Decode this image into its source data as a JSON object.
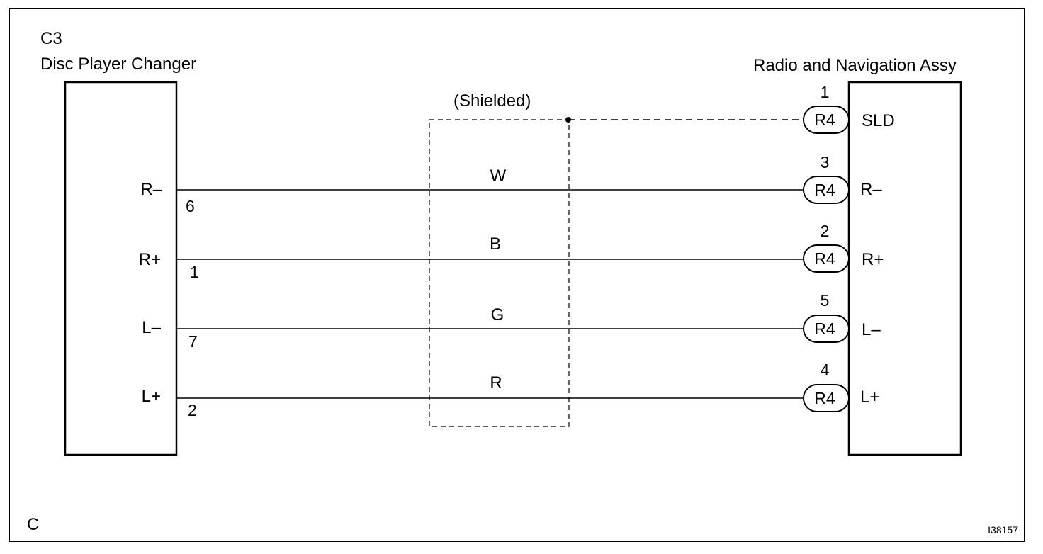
{
  "left_component": {
    "code": "C3",
    "name": "Disc Player Changer",
    "pins": [
      {
        "signal": "R–",
        "pin": "6"
      },
      {
        "signal": "R+",
        "pin": "1"
      },
      {
        "signal": "L–",
        "pin": "7"
      },
      {
        "signal": "L+",
        "pin": "2"
      }
    ]
  },
  "right_component": {
    "name": "Radio and Navigation Assy",
    "connector": "R4",
    "pins": [
      {
        "signal": "SLD",
        "pin": "1"
      },
      {
        "signal": "R–",
        "pin": "3"
      },
      {
        "signal": "R+",
        "pin": "2"
      },
      {
        "signal": "L–",
        "pin": "5"
      },
      {
        "signal": "L+",
        "pin": "4"
      }
    ]
  },
  "shield": {
    "label": "(Shielded)"
  },
  "wires": [
    "W",
    "B",
    "G",
    "R"
  ],
  "corner_letter": "C",
  "figure_id": "I38157"
}
